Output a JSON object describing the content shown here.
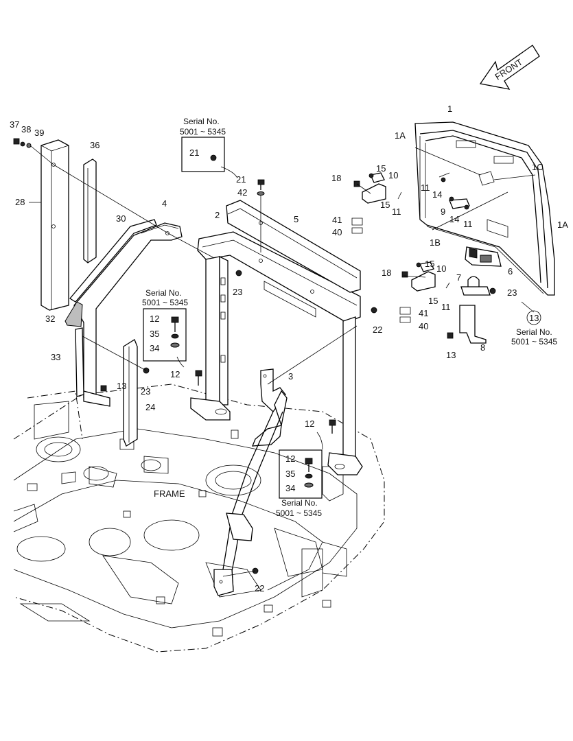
{
  "front_label": "FRONT",
  "frame_label": "FRAME",
  "serial": {
    "title": "Serial No.",
    "range": "5001 ~ 5345"
  },
  "parts": [
    {
      "id": "p1",
      "label": "1"
    },
    {
      "id": "p1a_top",
      "label": "1A"
    },
    {
      "id": "p1a_right",
      "label": "1A"
    },
    {
      "id": "p1b",
      "label": "1B"
    },
    {
      "id": "p1c",
      "label": "1C"
    },
    {
      "id": "p2",
      "label": "2"
    },
    {
      "id": "p3",
      "label": "3"
    },
    {
      "id": "p4",
      "label": "4"
    },
    {
      "id": "p5",
      "label": "5"
    },
    {
      "id": "p6",
      "label": "6"
    },
    {
      "id": "p7",
      "label": "7"
    },
    {
      "id": "p8",
      "label": "8"
    },
    {
      "id": "p9",
      "label": "9"
    },
    {
      "id": "p10a",
      "label": "10"
    },
    {
      "id": "p10b",
      "label": "10"
    },
    {
      "id": "p11a",
      "label": "11"
    },
    {
      "id": "p11b",
      "label": "11"
    },
    {
      "id": "p11c",
      "label": "11"
    },
    {
      "id": "p11d",
      "label": "11"
    },
    {
      "id": "p12a",
      "label": "12"
    },
    {
      "id": "p12b",
      "label": "12"
    },
    {
      "id": "p13a",
      "label": "13"
    },
    {
      "id": "p13b",
      "label": "13"
    },
    {
      "id": "p14a",
      "label": "14"
    },
    {
      "id": "p14b",
      "label": "14"
    },
    {
      "id": "p15a",
      "label": "15"
    },
    {
      "id": "p15b",
      "label": "15"
    },
    {
      "id": "p15c",
      "label": "15"
    },
    {
      "id": "p15d",
      "label": "15"
    },
    {
      "id": "p18a",
      "label": "18"
    },
    {
      "id": "p18b",
      "label": "18"
    },
    {
      "id": "p21a",
      "label": "21"
    },
    {
      "id": "p21b",
      "label": "21"
    },
    {
      "id": "p22a",
      "label": "22"
    },
    {
      "id": "p22b",
      "label": "22"
    },
    {
      "id": "p23a",
      "label": "23"
    },
    {
      "id": "p23b",
      "label": "23"
    },
    {
      "id": "p23c",
      "label": "23"
    },
    {
      "id": "p24",
      "label": "24"
    },
    {
      "id": "p28",
      "label": "28"
    },
    {
      "id": "p30",
      "label": "30"
    },
    {
      "id": "p32",
      "label": "32"
    },
    {
      "id": "p33",
      "label": "33"
    },
    {
      "id": "p36",
      "label": "36"
    },
    {
      "id": "p37",
      "label": "37"
    },
    {
      "id": "p38",
      "label": "38"
    },
    {
      "id": "p39",
      "label": "39"
    },
    {
      "id": "p40a",
      "label": "40"
    },
    {
      "id": "p40b",
      "label": "40"
    },
    {
      "id": "p41a",
      "label": "41"
    },
    {
      "id": "p41b",
      "label": "41"
    },
    {
      "id": "p42",
      "label": "42"
    }
  ],
  "serial_boxes": [
    {
      "items": [
        "21"
      ]
    },
    {
      "items": [
        "12",
        "35",
        "34"
      ]
    },
    {
      "items": [
        "12",
        "35",
        "34"
      ]
    }
  ],
  "callout_13": "13"
}
